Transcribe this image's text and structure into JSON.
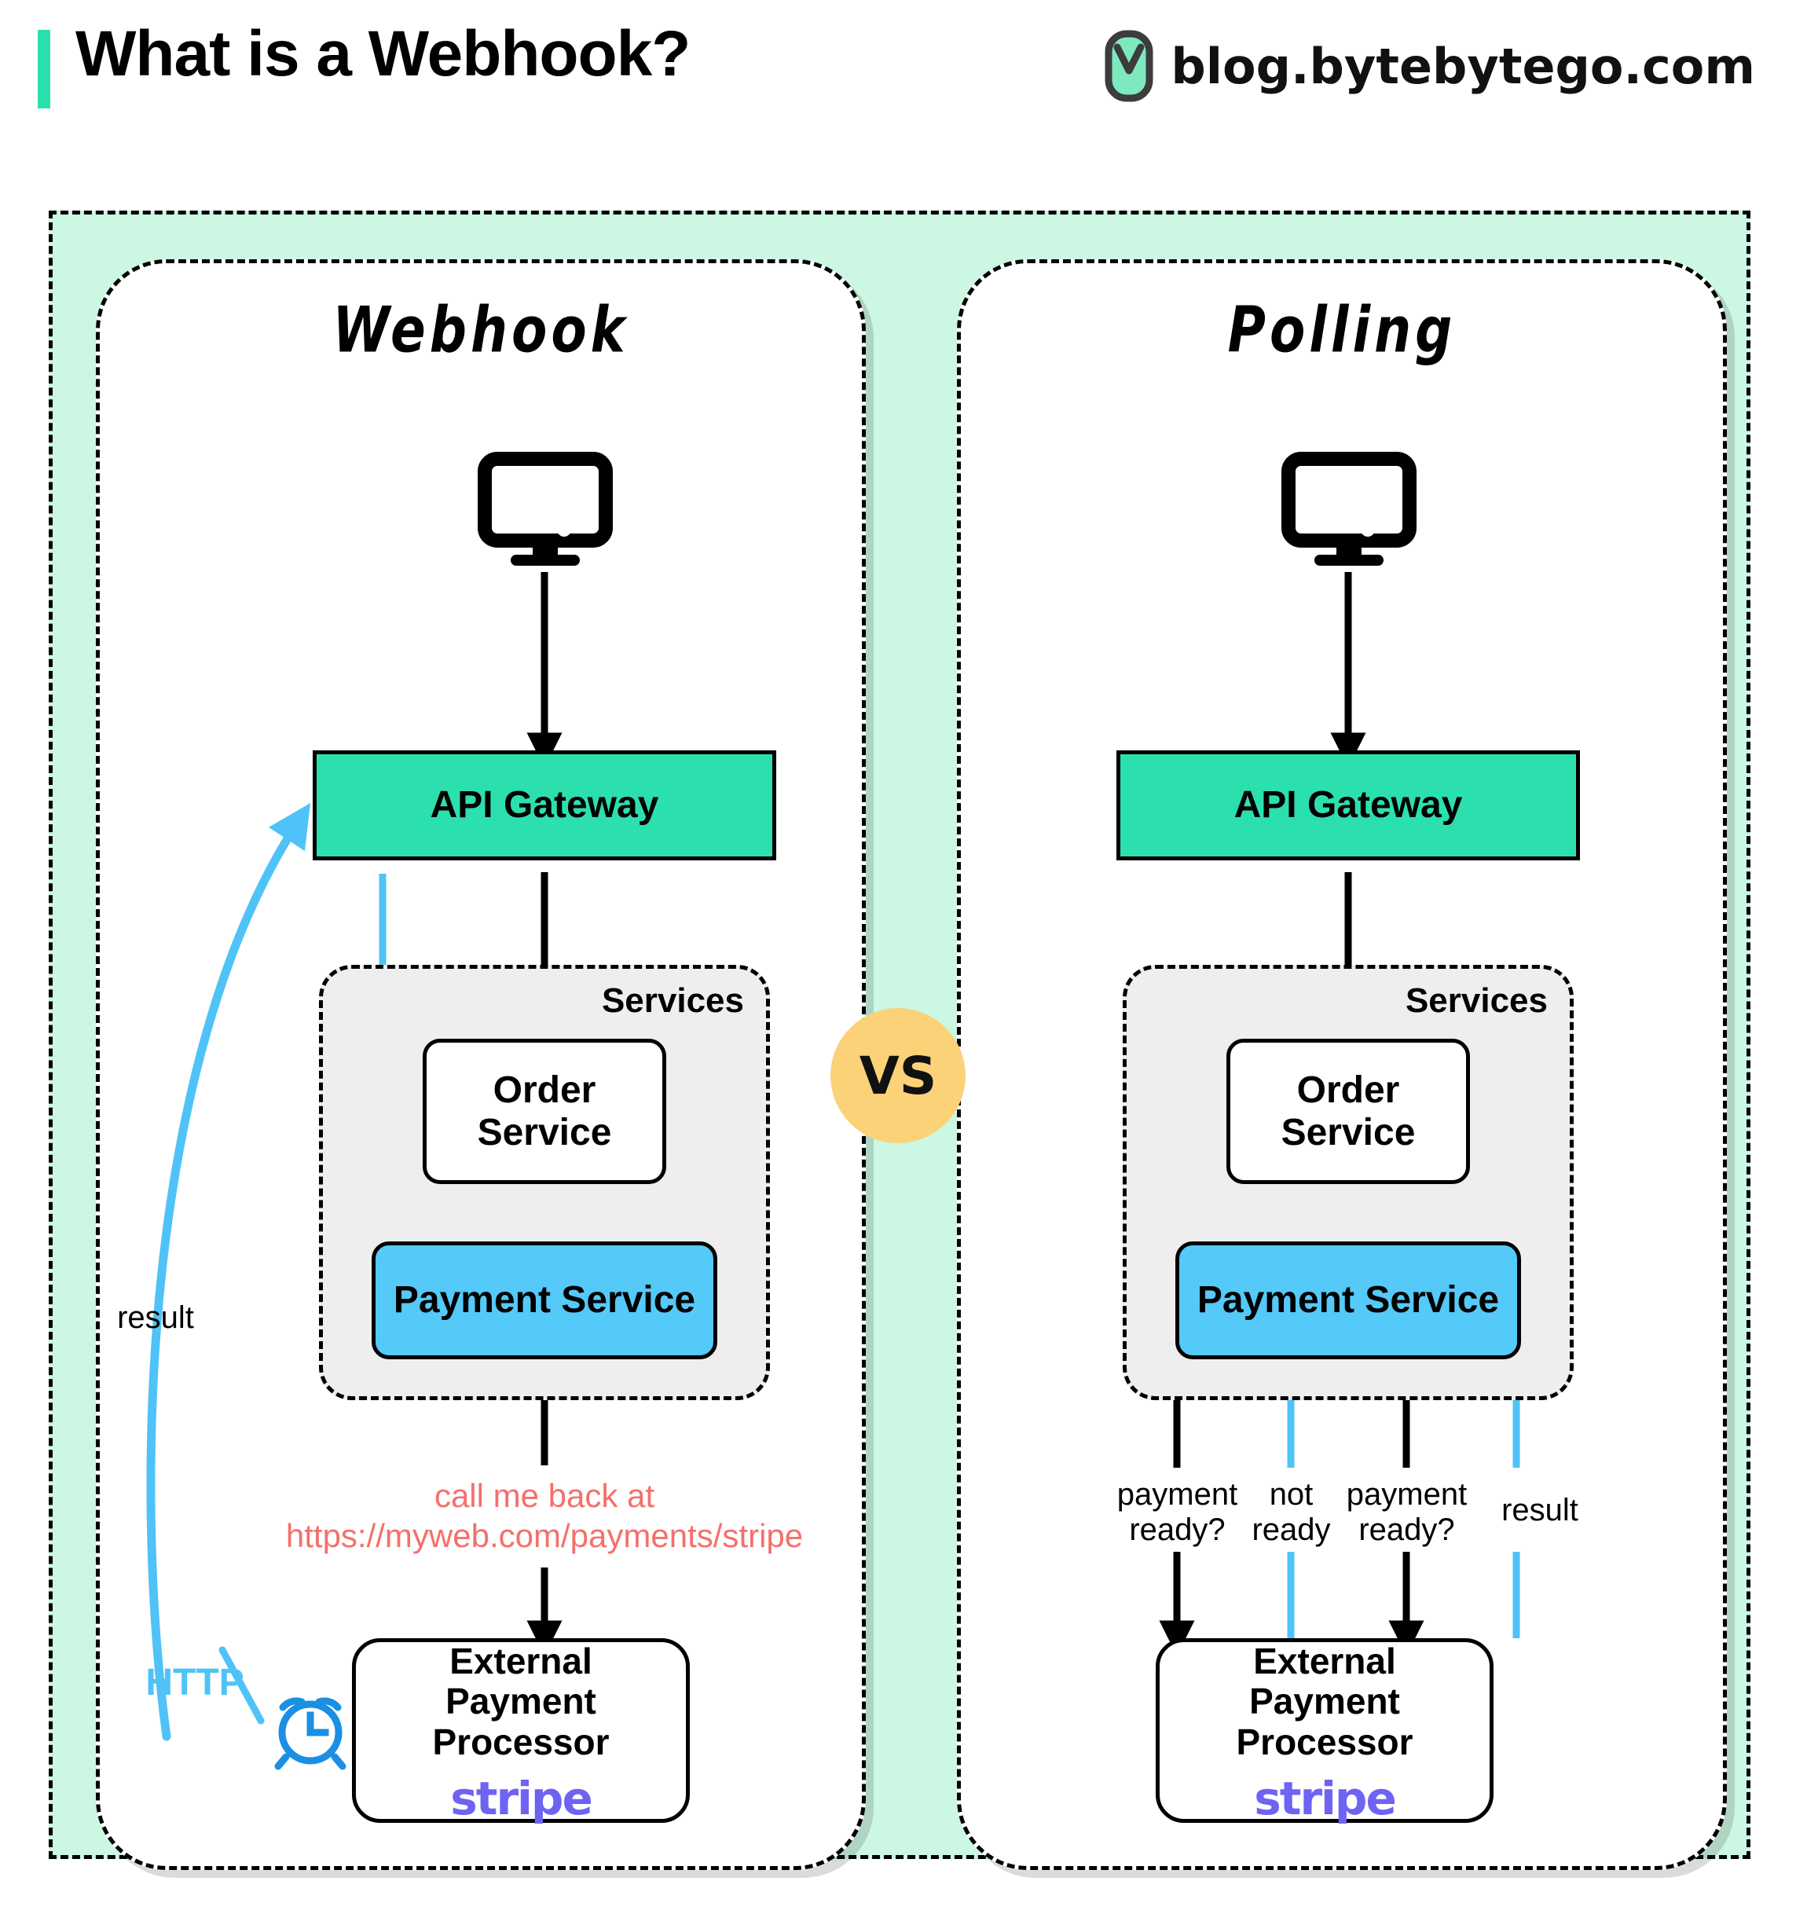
{
  "header": {
    "title": "What is a Webhook?",
    "brand_text": "blog.bytebytego.com",
    "accent_color": "#29E0AE",
    "logo_icon": "bytebytego-bookmark-icon"
  },
  "comparison": {
    "vs_label": "VS",
    "vs_color": "#FBD277"
  },
  "colors": {
    "frame_green": "#CCF7E2",
    "gateway_green": "#2BE0AE",
    "payment_blue": "#55C9F7",
    "services_gray": "#EEEEEE",
    "arrow_blue": "#4FC3F7",
    "callback_red": "#F4706B",
    "stripe_purple": "#6E63F2",
    "clock_blue": "#1A8FE3"
  },
  "panels": [
    {
      "id": "webhook",
      "title": "Webhook",
      "nodes": {
        "client": "client-monitor-icon",
        "gateway": "API Gateway",
        "services_label": "Services",
        "order": "Order\nService",
        "payment": "Payment Service",
        "processor_line1": "External",
        "processor_line2": "Payment Processor",
        "processor_brand": "stripe"
      },
      "labels": [
        {
          "name": "callback-note",
          "text": "call me back at\nhttps://myweb.com/payments/stripe",
          "color": "#F4706B"
        },
        {
          "name": "result-label",
          "text": "result",
          "color": "#000000"
        },
        {
          "name": "http-label",
          "text": "HTTP",
          "color": "#4FC3F7"
        }
      ],
      "icons": [
        "alarm-clock-icon"
      ]
    },
    {
      "id": "polling",
      "title": "Polling",
      "nodes": {
        "client": "client-monitor-icon",
        "gateway": "API Gateway",
        "services_label": "Services",
        "order": "Order\nService",
        "payment": "Payment Service",
        "processor_line1": "External",
        "processor_line2": "Payment Processor",
        "processor_brand": "stripe"
      },
      "labels": [
        {
          "name": "poll-1-label",
          "text": "payment\nready?",
          "color": "#000000"
        },
        {
          "name": "poll-not-ready-label",
          "text": "not\nready",
          "color": "#000000"
        },
        {
          "name": "poll-2-label",
          "text": "payment\nready?",
          "color": "#000000"
        },
        {
          "name": "poll-result-label",
          "text": "result",
          "color": "#000000"
        }
      ],
      "icons": []
    }
  ]
}
